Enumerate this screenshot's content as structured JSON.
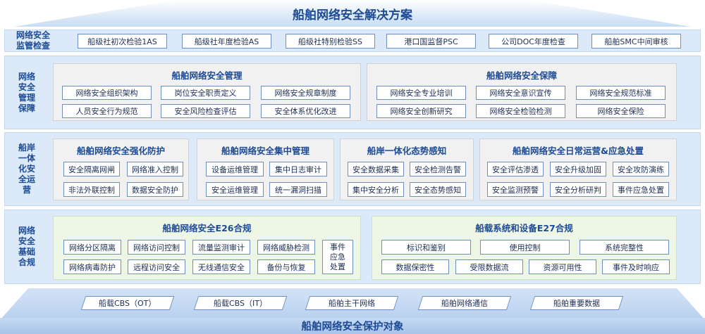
{
  "title": "船舶网络安全解决方案",
  "bottom_title": "船舶网络安全保护对象",
  "row1": {
    "label": "网络安全\n监管检查",
    "items": [
      "船级社初次检验1AS",
      "船级社年度检验AS",
      "船级社特别检验SS",
      "港口国监督PSC",
      "公司DOC年度检查",
      "船舶SMC中间审核"
    ]
  },
  "row2": {
    "label": "网络\n安全\n管理\n保障",
    "panels": [
      {
        "title": "船舶网络安全管理",
        "items": [
          "网络安全组织架构",
          "岗位安全职责定义",
          "网络安全规章制度",
          "人员安全行为规范",
          "安全风险检查评估",
          "安全体系优化改进"
        ]
      },
      {
        "title": "船舶网络安全保障",
        "items": [
          "网络安全专业培训",
          "网络安全意识宣传",
          "网络安全规范标准",
          "网络安全创新研究",
          "网络安全检验检测",
          "网络安全保险"
        ]
      }
    ]
  },
  "row3": {
    "label": "船岸\n一体\n化安\n全运\n营",
    "panels": [
      {
        "title": "船舶网络安全强化防护",
        "items": [
          "安全隔离网闸",
          "网络准入控制",
          "非法外联控制",
          "数据安全防护"
        ]
      },
      {
        "title": "船舶网络安全集中管理",
        "items": [
          "设备运维管理",
          "集中日志审计",
          "安全运维管理",
          "统一漏洞扫描"
        ]
      },
      {
        "title": "船岸一体化态势感知",
        "items": [
          "安全数据采集",
          "安全检测告警",
          "集中安全分析",
          "安全态势感知"
        ]
      },
      {
        "title": "船舶网络安全日常运营&应急处置",
        "items": [
          "安全评估渗透",
          "安全升级加固",
          "安全攻防演练",
          "安全监测预警",
          "安全分析研判",
          "事件应急处置"
        ]
      }
    ]
  },
  "row4": {
    "label": "网络\n安全\n基础\n合规",
    "panels": [
      {
        "title": "船舶网络安全E26合规",
        "items": [
          "网络分区隔离",
          "网络访问控制",
          "流量监测审计",
          "网络威胁检测",
          "网络病毒防护",
          "远程访问安全",
          "无线通信安全",
          "备份与恢复"
        ],
        "side_item": "事件\n应急\n处置"
      },
      {
        "title": "船载系统和设备E27合规",
        "items": [
          "标识和鉴别",
          "使用控制",
          "系统完整性",
          "数据保密性",
          "受限数据流",
          "资源可用性",
          "事件及时响应"
        ]
      }
    ]
  },
  "protected": [
    "船载CBS（OT）",
    "船载CBS（IT）",
    "船舶主干网络",
    "船舶网络通信",
    "船舶重要数据"
  ]
}
